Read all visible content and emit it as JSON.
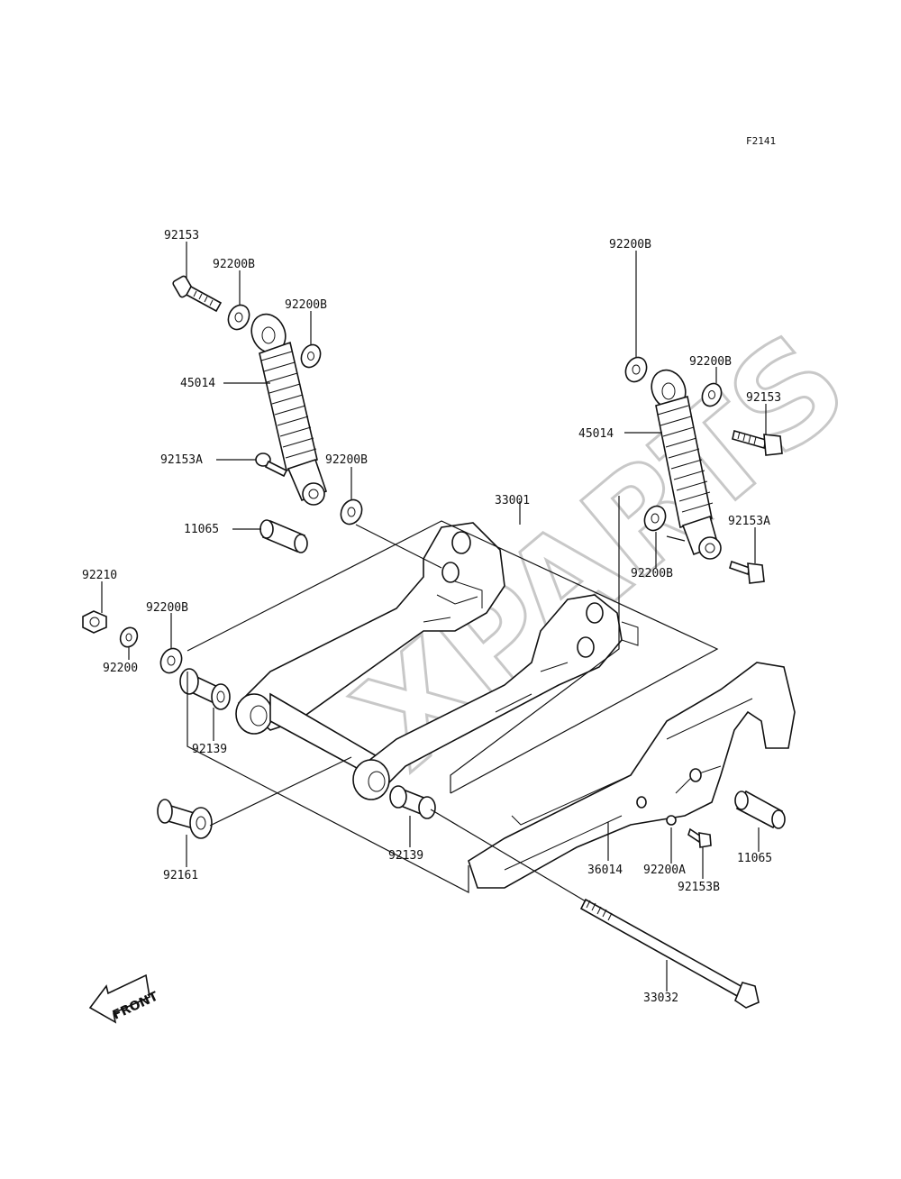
{
  "figure_code": "F2141",
  "watermark": "XPARTS",
  "front_label": "FRONT",
  "labels": {
    "bolt_left_top": "92153",
    "washer_left_1": "92200B",
    "washer_left_2": "92200B",
    "shock_left": "45014",
    "bolt_left_bottom": "92153A",
    "washer_left_3": "92200B",
    "collar_left": "11065",
    "nut": "92210",
    "washer_nut_b": "92200B",
    "washer_nut": "92200",
    "bushing_left": "92139",
    "bushing_outer": "92161",
    "swingarm": "33001",
    "bushing_right": "92139",
    "washer_right_1": "92200B",
    "washer_right_2": "92200B",
    "bolt_right_top": "92153",
    "shock_right": "45014",
    "washer_right_3": "92200B",
    "bolt_right_bottom": "92153A",
    "chain_guard": "36014",
    "washer_small": "92200A",
    "bolt_small": "92153B",
    "collar_right": "11065",
    "pivot_shaft": "33032"
  }
}
